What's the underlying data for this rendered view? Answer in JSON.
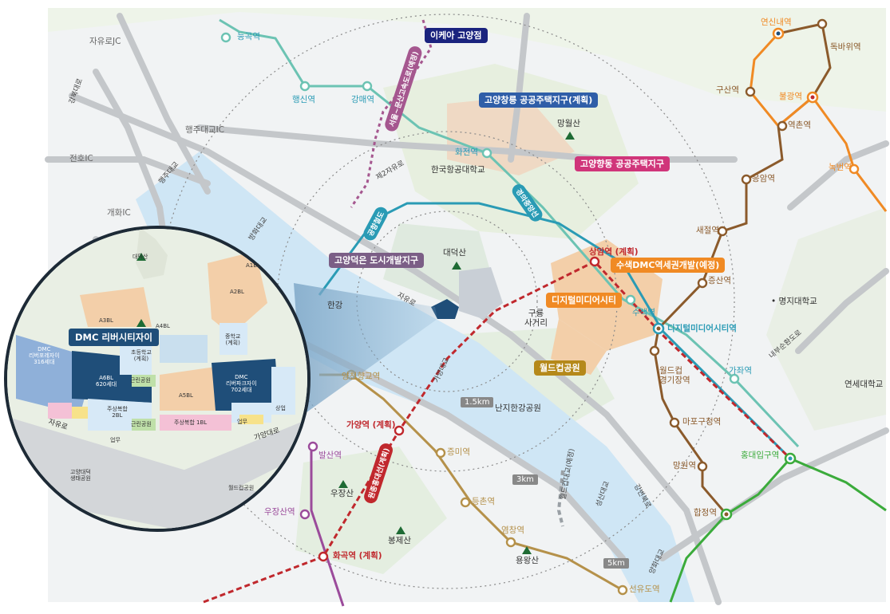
{
  "places": {
    "neunggok": "능곡역",
    "haengsin": "행신역",
    "gangmae": "강매역",
    "hwajeon": "화전역",
    "hangkong": "한국항공대학교",
    "manwolsan": "망월산",
    "daedeoksan": "대덕산",
    "hangang": "한강",
    "gurumo": "구룡\n사거리",
    "worldcup_park": "월드컵공원",
    "nanji": "난지한강공원",
    "sangam": "상암역 (계획)",
    "susaek": "수색역",
    "dmc_st": "디지털미디어시티역",
    "jeungsan": "증산역",
    "saejeol": "새절역",
    "eungam": "응암역",
    "yeokchon": "역촌역",
    "bulgwang": "불광역",
    "gusan": "구산역",
    "yeonsinnae": "연신내역",
    "dokbawi": "독바위역",
    "nokbeon": "녹번역",
    "myongji": "• 명지대학교",
    "gajwa": "가좌역",
    "yonsei": "연세대학교",
    "worldcup_st": "월드컵\n경기장역",
    "mapogu": "마포구청역",
    "mangwon": "망원역",
    "hongdae": "홍대입구역",
    "hapjeong": "합정역",
    "yangcheon": "양천향교역",
    "gayang": "가양역 (계획)",
    "jeungmi": "증미역",
    "deungchon": "등촌역",
    "yeomchang": "염창역",
    "yongwangsan": "용왕산",
    "seonyudo": "선유도역",
    "balsan": "발산역",
    "ujangsan_mt": "우장산",
    "ujangsan_st": "우장산역",
    "bongjesan": "봉제산",
    "hwagok": "화곡역 (계획)"
  },
  "roads": {
    "jayuro_jc": "자유로JC",
    "haengju_ic": "행주대교IC",
    "jeonho_ic": "전호IC",
    "gaehwa_ic": "개화IC",
    "gangbyeon_north": "강북대로",
    "haengju_bridge": "행주대교",
    "banghwa_bridge": "방화대교",
    "je2jayuro": "제2자유로",
    "jayuro": "자유로",
    "gayang_bridge": "가양대교",
    "wolddeukeom_bridge": "월드컵대교(예정)",
    "seongsan_bridge": "성산대교",
    "gangbyeon_buk": "강변북로",
    "yanghwa_bridge": "양화대교",
    "naebu": "내부순환도로"
  },
  "lines": {
    "airport": "공항철도",
    "gyeongui": "경의중앙선",
    "seobu": "서울~문산고속도로(예정)",
    "wonjong": "원종홍대선(계획)"
  },
  "badges": {
    "ikea": "이케아 고양점",
    "changneung": "고양창릉 공공주택지구(계획)",
    "hyangdong": "고양향동 공공주택지구",
    "deogeun": "고양덕은 도시개발지구",
    "dmc_media": "디지털미디어시티",
    "susaek_dmc": "수색DMC역세권개발(예정)"
  },
  "distances": {
    "r1": "1.5km",
    "r2": "3km",
    "r3": "5km"
  },
  "inset": {
    "title": "DMC 리버시티자이",
    "blocks": {
      "a1": "A1BL",
      "a2": "A2BL",
      "a3": "A3BL",
      "a4": "A4BL",
      "a5": "A5BL",
      "a6": "A6BL\n620세대",
      "dmc702": "DMC\n리버파크자이\n702세대",
      "dmc316": "DMC\n리버포레자이\n316세대",
      "school1": "초등학교\n(계획)",
      "school2": "중학교\n(계획)",
      "park1": "근린공원",
      "park2": "근린공원",
      "mixed1": "주상복합\n2BL",
      "mixed2": "주상복합 1BL",
      "daedeok": "대덕산",
      "work1": "업무",
      "work2": "업무",
      "commerce": "상업",
      "jayuro": "자유로",
      "gayang": "가양대로",
      "goyang_park": "고양대덕\n생태공원",
      "worldcup_park": "월드컵공원"
    }
  },
  "colors": {
    "gyeongui_line": "#6cc3b3",
    "airport_line": "#2a9bb5",
    "line6": "#8b5a2b",
    "line3": "#f08a24",
    "line9": "#b5914a",
    "line5": "#9b4b9b",
    "line2": "#3bab3b",
    "planned_red": "#c0282d",
    "river": "#cfe6f5",
    "dev_zone": "#f3cfa9",
    "dmc_blue": "#1f4e79"
  }
}
